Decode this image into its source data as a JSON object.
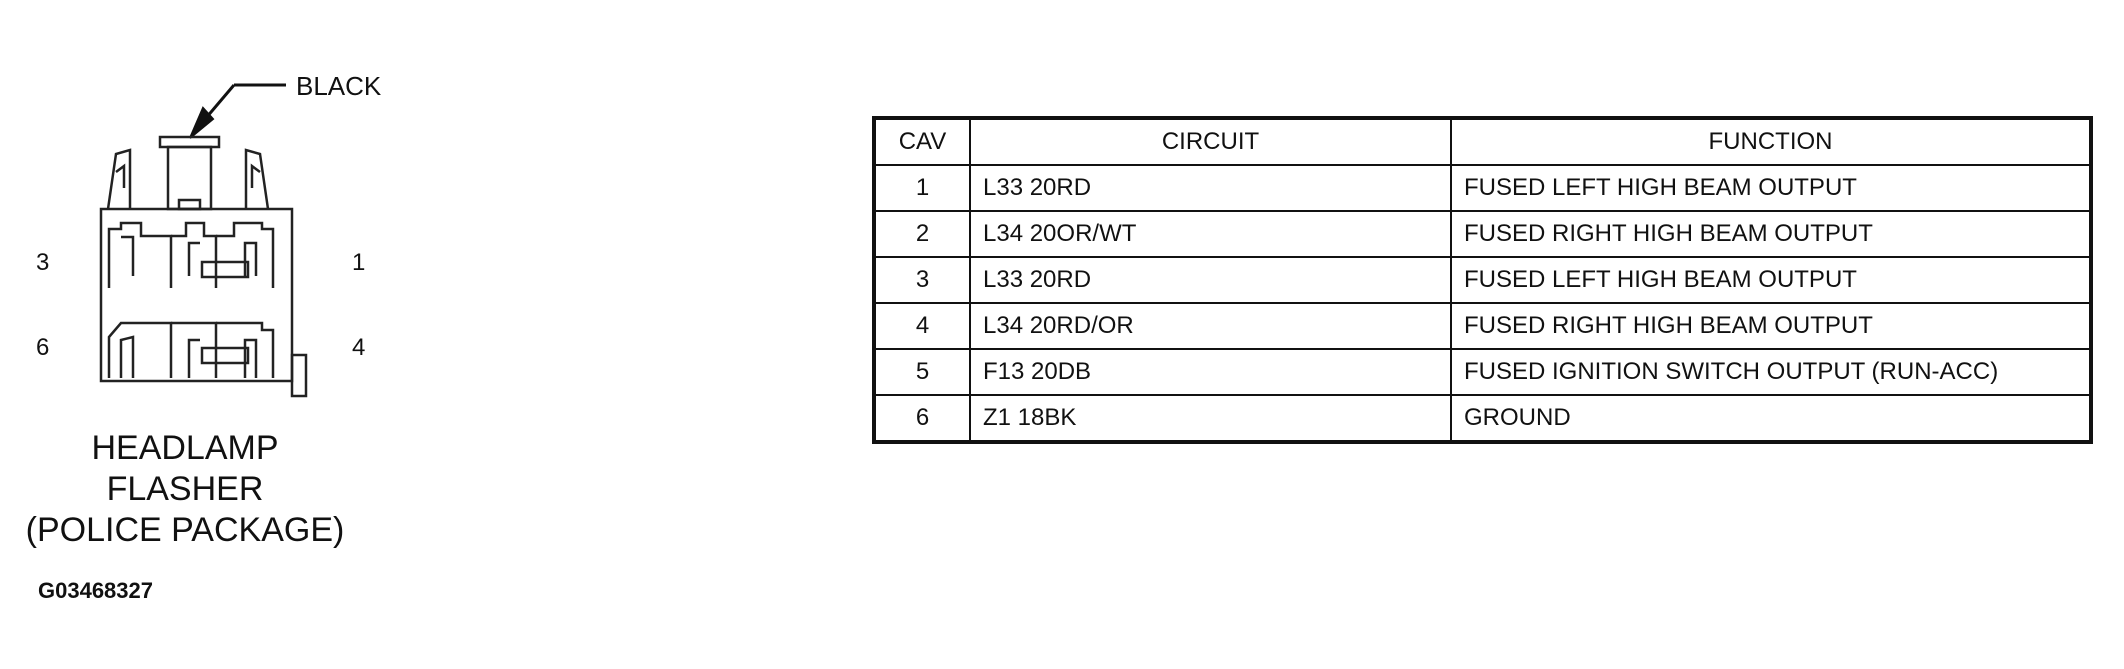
{
  "connector": {
    "color_label": "BLACK",
    "pin_labels": [
      "3",
      "1",
      "6",
      "4"
    ],
    "title_lines": [
      "HEADLAMP",
      "FLASHER",
      "(POLICE PACKAGE)"
    ],
    "figure_id": "G03468327"
  },
  "table": {
    "headers": [
      "CAV",
      "CIRCUIT",
      "FUNCTION"
    ],
    "rows": [
      {
        "cav": "1",
        "circuit": "L33 20RD",
        "function": "FUSED LEFT HIGH BEAM OUTPUT"
      },
      {
        "cav": "2",
        "circuit": "L34 20OR/WT",
        "function": "FUSED RIGHT HIGH BEAM OUTPUT"
      },
      {
        "cav": "3",
        "circuit": "L33 20RD",
        "function": "FUSED LEFT HIGH BEAM OUTPUT"
      },
      {
        "cav": "4",
        "circuit": "L34 20RD/OR",
        "function": "FUSED RIGHT HIGH BEAM OUTPUT"
      },
      {
        "cav": "5",
        "circuit": "F13 20DB",
        "function": "FUSED IGNITION SWITCH OUTPUT (RUN-ACC)"
      },
      {
        "cav": "6",
        "circuit": "Z1 18BK",
        "function": "GROUND"
      }
    ]
  }
}
